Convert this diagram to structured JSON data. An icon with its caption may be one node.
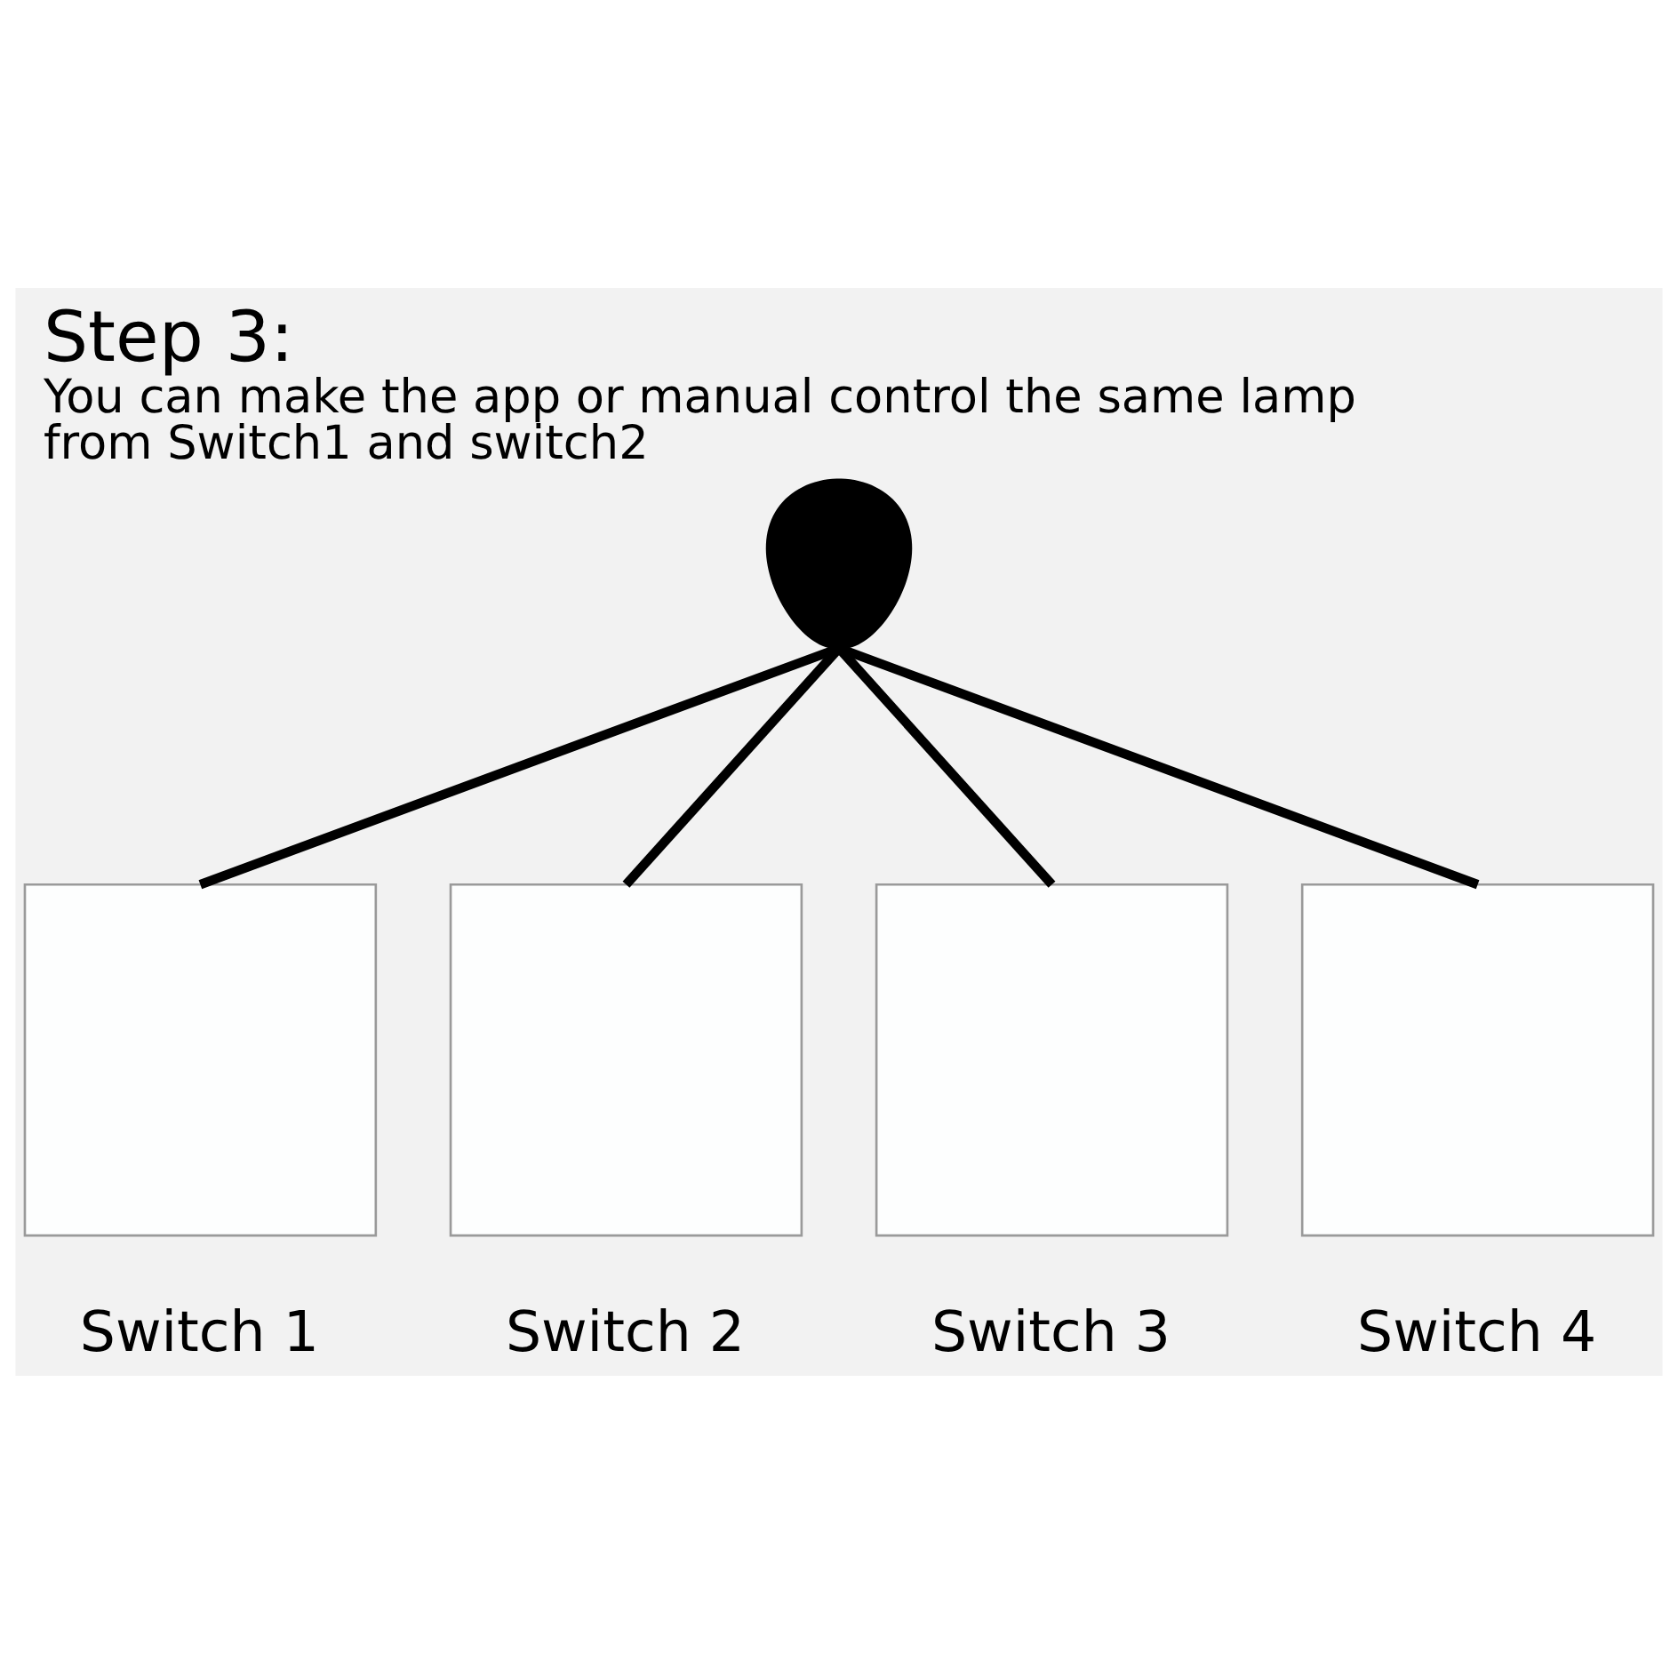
{
  "diagram": {
    "title": "Step 3:",
    "caption": "You can make the app or manual control the same lamp from Switch1 and switch2",
    "nodes": [
      {
        "text": [],
        "shape": "picture"
      },
      {
        "text": [],
        "shape": "box",
        "beside": [
          "Switch 1"
        ]
      },
      {
        "text": [],
        "shape": "box",
        "beside": [
          "Switch 2"
        ]
      },
      {
        "text": [],
        "shape": "box",
        "beside": [
          "Switch 3"
        ]
      },
      {
        "text": [],
        "shape": "box",
        "beside": [
          "Switch 4"
        ]
      }
    ],
    "edges": [
      {
        "from": 0,
        "to": 1,
        "arrow": "none"
      },
      {
        "from": 0,
        "to": 2,
        "arrow": "none"
      },
      {
        "from": 0,
        "to": 3,
        "arrow": "none"
      },
      {
        "from": 0,
        "to": 4,
        "arrow": "none"
      }
    ]
  }
}
